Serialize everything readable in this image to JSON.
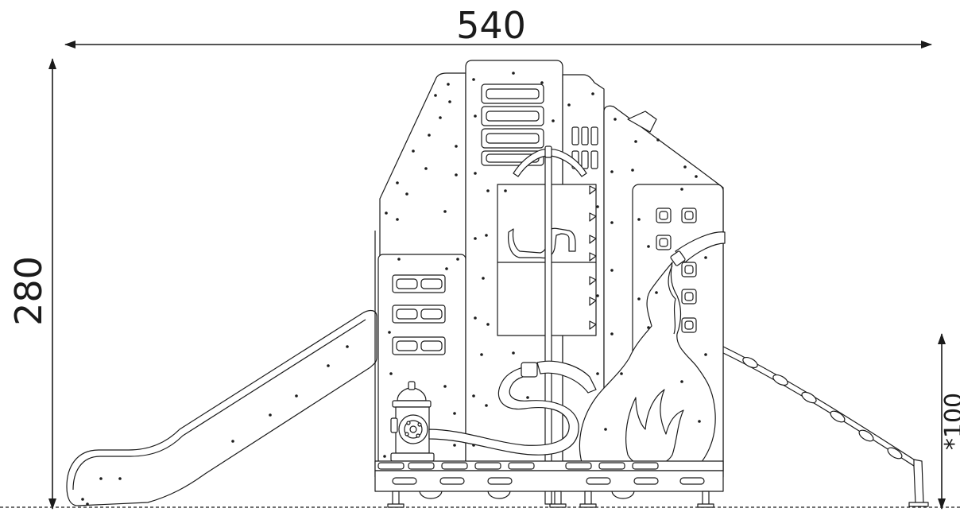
{
  "dimensions": {
    "width_label": "540",
    "height_label": "280",
    "side_height_label": "*100"
  },
  "colors": {
    "line": "#1b1b1b",
    "background": "#ffffff"
  }
}
